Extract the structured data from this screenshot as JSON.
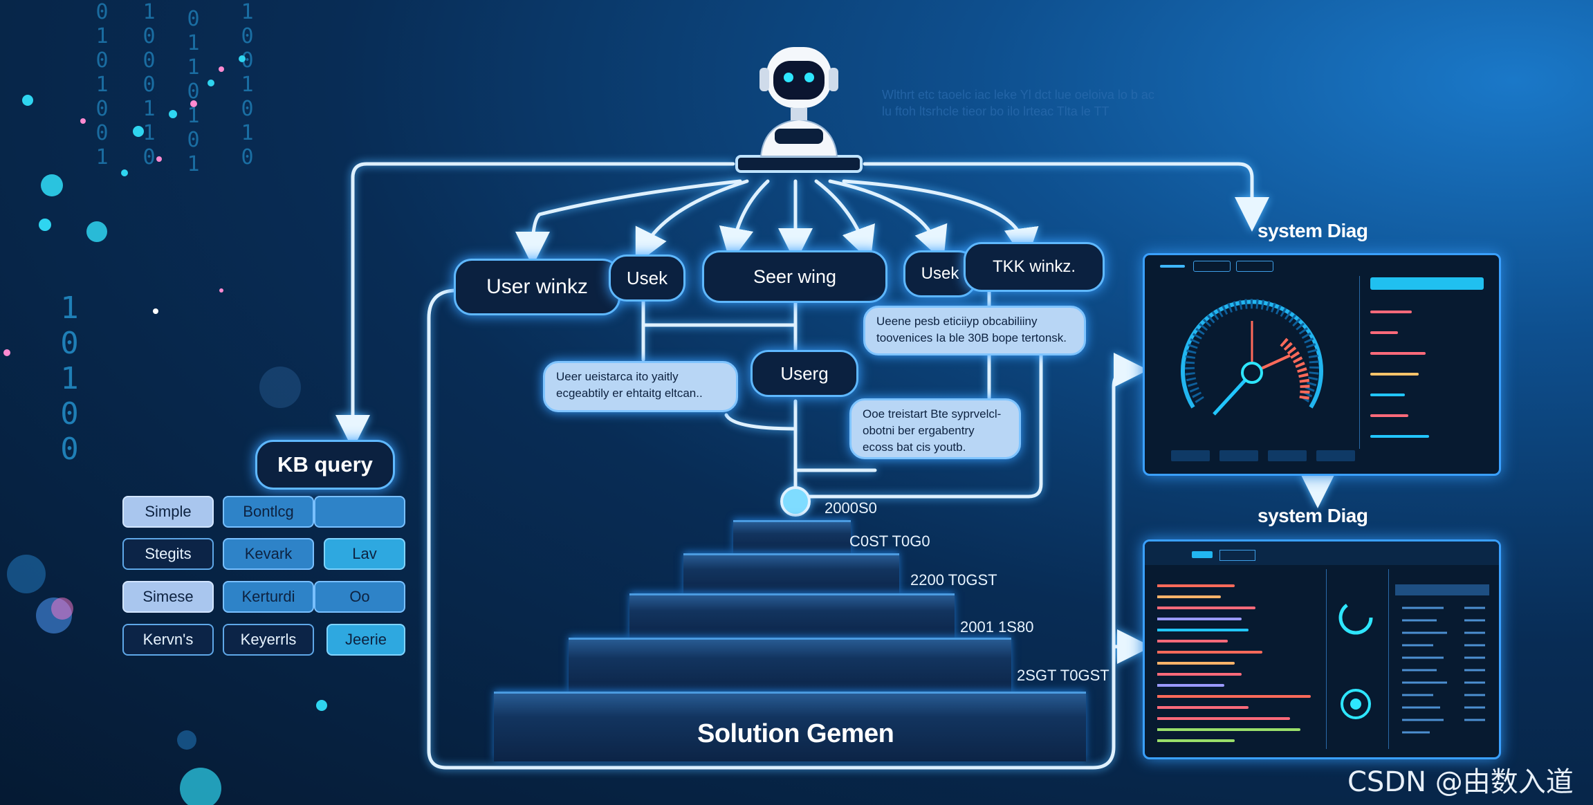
{
  "diagram": {
    "robot_icon": "robot-icon",
    "bubbles": {
      "user_winkz": "User winkz",
      "usek": "Usek",
      "seer_wing": "Seer wing",
      "usek2": "Usek",
      "tkk_winkz": "TKK winkz.",
      "userg": "Userg",
      "kb_query": "KB query"
    },
    "notes": {
      "note_left": "Ueer ueistarca ito yaitly ecgeabtily er ehtaitg eltcan..",
      "note_right_top": "Ueene pesb eticiiyp obcabiliiny toovenices Ia ble 30B bope tertonsk.",
      "note_right_mid": "Ooe treistart Bte syprvelcl- obotni ber ergabentry ecoss bat cis youtb."
    },
    "faint_text": "Wlthrt etc taoelc iac leke Yl dct lue oeloiva lo b ac lu ftoh ltsrhcle tieor bo ilo lrteac Tlta le TT",
    "kb_rows": [
      [
        "Simple",
        "Bontlcg",
        ""
      ],
      [
        "Stegits",
        "Kevark",
        "Lav"
      ],
      [
        "Simese",
        "Kerturdi",
        "Oo"
      ],
      [
        "Kervn's",
        "Keyerrls",
        "Jeerie"
      ]
    ],
    "steps": {
      "top_label": "2000S0",
      "labels": [
        "C0ST T0G0",
        "2200 T0GST",
        "2001 1S80",
        "2SGT T0GST"
      ],
      "title": "Solution Gemen"
    },
    "panels": {
      "heading_top": "system Diag",
      "heading_bottom": "system Diag"
    },
    "watermark": "CSDN @由数入道",
    "binary_cols": [
      "0101001",
      "1000110",
      "0110101",
      "1001010",
      "10100"
    ]
  }
}
